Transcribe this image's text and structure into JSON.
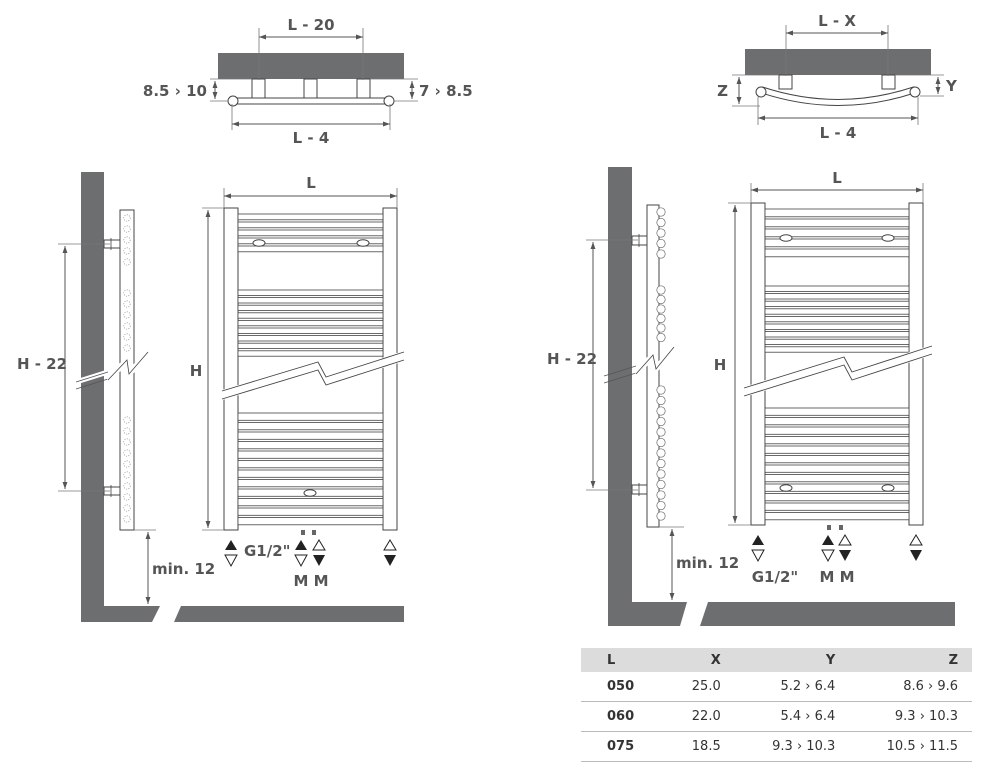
{
  "left": {
    "top_view": {
      "spacing_label": "L - 20",
      "width_label": "L - 4",
      "left_offset_label": "8.5 › 10",
      "right_offset_label": "7 › 8.5"
    },
    "side_view": {
      "height_label": "H - 22",
      "floor_label": "min. 12"
    },
    "front_view": {
      "width_label": "L",
      "height_label": "H",
      "thread_label": "G1/2\"",
      "m_labels": "M M"
    }
  },
  "right": {
    "top_view": {
      "spacing_label": "L - X",
      "width_label": "L - 4",
      "left_offset_label": "Z",
      "right_offset_label": "Y"
    },
    "side_view": {
      "height_label": "H - 22",
      "floor_label": "min. 12"
    },
    "front_view": {
      "width_label": "L",
      "height_label": "H",
      "thread_label": "G1/2\"",
      "m_labels": "M M"
    }
  },
  "table": {
    "headers": [
      "L",
      "X",
      "Y",
      "Z"
    ],
    "rows": [
      [
        "050",
        "25.0",
        "5.2 › 6.4",
        "8.6 › 9.6"
      ],
      [
        "060",
        "22.0",
        "5.4 › 6.4",
        "9.3 › 10.3"
      ],
      [
        "075",
        "18.5",
        "9.3 › 10.3",
        "10.5 › 11.5"
      ]
    ]
  }
}
